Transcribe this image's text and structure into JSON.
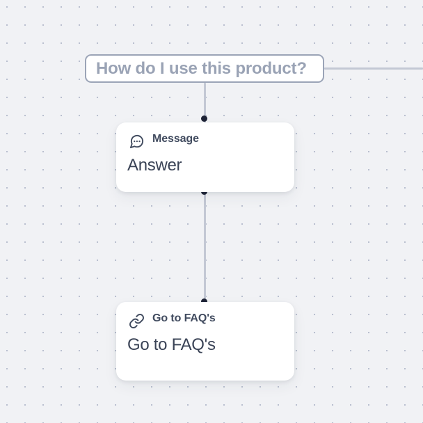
{
  "canvas": {
    "background_color": "#f1f2f5",
    "dot_color": "#b9bfcf",
    "grid_spacing": 26
  },
  "connector": {
    "color": "#c3c8d4",
    "handle_color": "#1f2437"
  },
  "start_node": {
    "label": "How do I use this product?",
    "text_color": "#9aa3b5",
    "border_color": "#9ba4b7",
    "fill_color": "#ffffff"
  },
  "nodes": [
    {
      "id": "message",
      "icon": "speech-bubble-icon",
      "title": "Message",
      "body": "Answer",
      "title_color": "#414b5f",
      "body_color": "#3a4356"
    },
    {
      "id": "goto",
      "icon": "link-icon",
      "title": "Go to FAQ's",
      "body": "Go to FAQ's",
      "title_color": "#414b5f",
      "body_color": "#3a4356"
    }
  ]
}
